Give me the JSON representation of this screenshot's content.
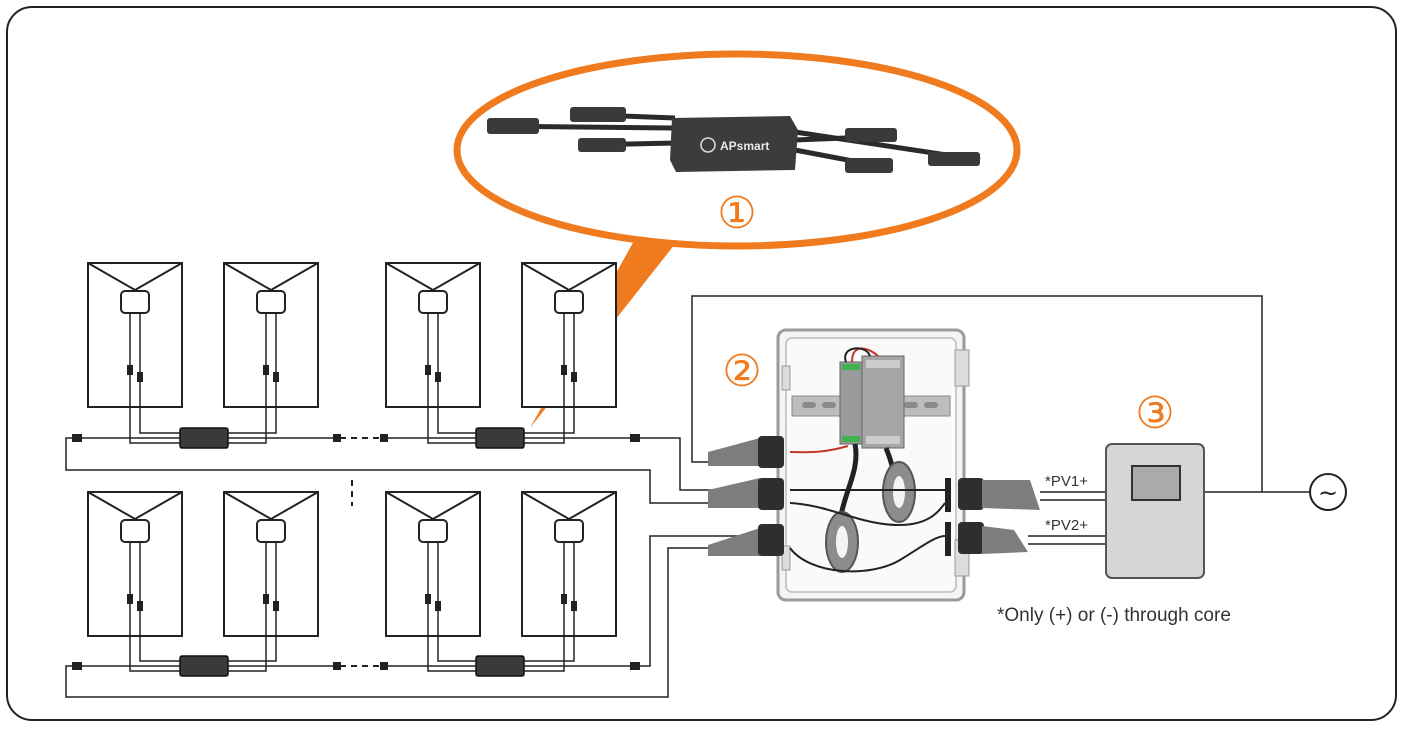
{
  "callouts": {
    "one": "①",
    "two": "②",
    "three": "③"
  },
  "device": {
    "brand": "APsmart"
  },
  "labels": {
    "pv1": "*PV1+",
    "pv2": "*PV2+",
    "note": "*Only (+) or (-) through core",
    "ac": "~"
  },
  "colors": {
    "accent": "#f07a1e",
    "line": "#222222",
    "module": "#3a3a3a",
    "inverter": "#d6d6d6"
  }
}
